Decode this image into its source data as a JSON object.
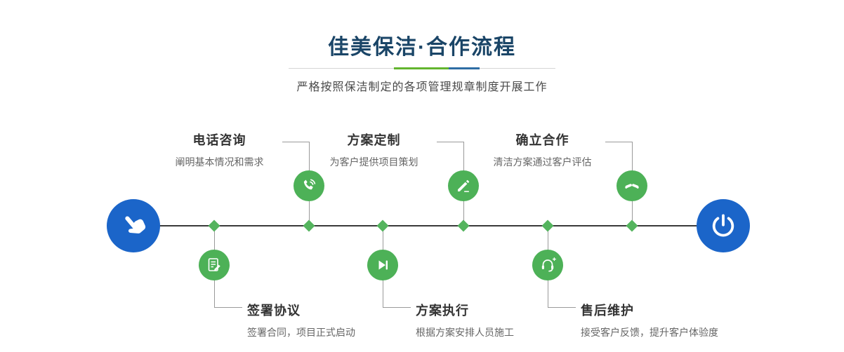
{
  "header": {
    "title": "佳美保洁·合作流程",
    "subtitle": "严格按照保洁制定的各项管理规章制度开展工作"
  },
  "flow": {
    "start_icon": "hand-pointer-icon",
    "end_icon": "power-icon",
    "steps_top": [
      {
        "title": "电话咨询",
        "desc": "阐明基本情况和需求",
        "icon": "phone-icon"
      },
      {
        "title": "方案定制",
        "desc": "为客户提供项目策划",
        "icon": "pencil-icon"
      },
      {
        "title": "确立合作",
        "desc": "清洁方案通过客户评估",
        "icon": "handshake-icon"
      }
    ],
    "steps_bottom": [
      {
        "title": "签署协议",
        "desc": "签署合同，项目正式启动",
        "icon": "document-pen-icon"
      },
      {
        "title": "方案执行",
        "desc": "根据方案安排人员施工",
        "icon": "play-forward-icon"
      },
      {
        "title": "售后维护",
        "desc": "接受客户反馈，提升客户体验度",
        "icon": "headset-plus-icon"
      }
    ],
    "colors": {
      "accent_green": "#4db157",
      "accent_blue": "#1b65c9",
      "title_navy": "#1a4567",
      "divider_green": "#62b52e",
      "divider_blue": "#2e6da4",
      "timeline_line": "#3a3a3a",
      "connector_gray": "#9a9a9a",
      "step_title_text": "#333333",
      "step_desc_text": "#666666"
    }
  }
}
